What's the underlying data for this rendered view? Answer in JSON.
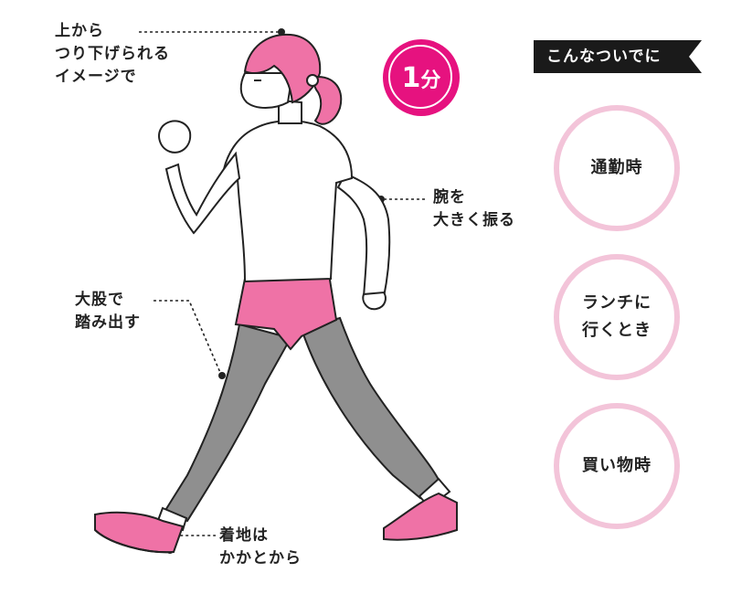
{
  "annotations": {
    "hang_from_top": [
      "上から",
      "つり下げられる",
      "イメージで"
    ],
    "swing_arms": [
      "腕を",
      "大きく振る"
    ],
    "big_stride": [
      "大股で",
      "踏み出す"
    ],
    "heel_landing": [
      "着地は",
      "かかとから"
    ]
  },
  "badge": {
    "number": "1",
    "unit": "分"
  },
  "side_panel": {
    "title": "こんなついでに",
    "circles": [
      {
        "lines": [
          "通勤時"
        ]
      },
      {
        "lines": [
          "ランチに",
          "行くとき"
        ]
      },
      {
        "lines": [
          "買い物時"
        ]
      }
    ]
  },
  "colors": {
    "accent_pink": "#e6127f",
    "shorts_pink": "#ef72a6",
    "circle_ring": "#f3c4d9",
    "leggings_gray": "#8f8f8f",
    "banner_black": "#1a1a1a"
  },
  "icons": [
    "walking-woman-illustration",
    "dotted-leader-lines"
  ]
}
